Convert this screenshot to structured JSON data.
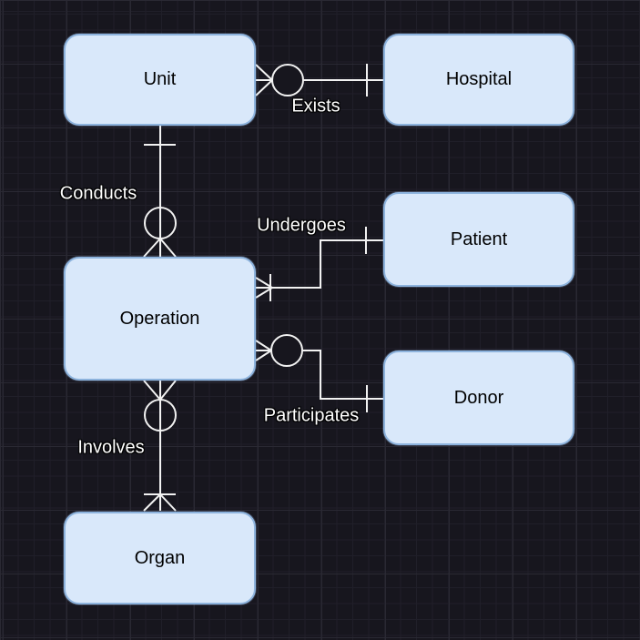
{
  "diagram": {
    "type": "entity-relationship",
    "notation": "crows-foot",
    "entities": [
      {
        "id": "unit",
        "label": "Unit"
      },
      {
        "id": "hospital",
        "label": "Hospital"
      },
      {
        "id": "patient",
        "label": "Patient"
      },
      {
        "id": "operation",
        "label": "Operation"
      },
      {
        "id": "donor",
        "label": "Donor"
      },
      {
        "id": "organ",
        "label": "Organ"
      }
    ],
    "relationships": [
      {
        "id": "exists",
        "label": "Exists",
        "from": "Unit",
        "to": "Hospital",
        "from_cardinality": "zero-or-many",
        "to_cardinality": "one"
      },
      {
        "id": "conducts",
        "label": "Conducts",
        "from": "Unit",
        "to": "Operation",
        "from_cardinality": "one",
        "to_cardinality": "zero-or-many"
      },
      {
        "id": "undergoes",
        "label": "Undergoes",
        "from": "Operation",
        "to": "Patient",
        "from_cardinality": "one-or-many",
        "to_cardinality": "one"
      },
      {
        "id": "participates",
        "label": "Participates",
        "from": "Operation",
        "to": "Donor",
        "from_cardinality": "zero-or-many",
        "to_cardinality": "one"
      },
      {
        "id": "involves",
        "label": "Involves",
        "from": "Operation",
        "to": "Organ",
        "from_cardinality": "zero-or-many",
        "to_cardinality": "one-or-many"
      }
    ]
  },
  "theme": {
    "background": "#17161e",
    "grid_minor": "#201f29",
    "grid_major": "#2a2933",
    "entity_fill": "#d9e8fa",
    "entity_border": "#8db3dd",
    "entity_text": "#000000",
    "connector": "#f2f2f2",
    "label_text": "#ffffff"
  }
}
